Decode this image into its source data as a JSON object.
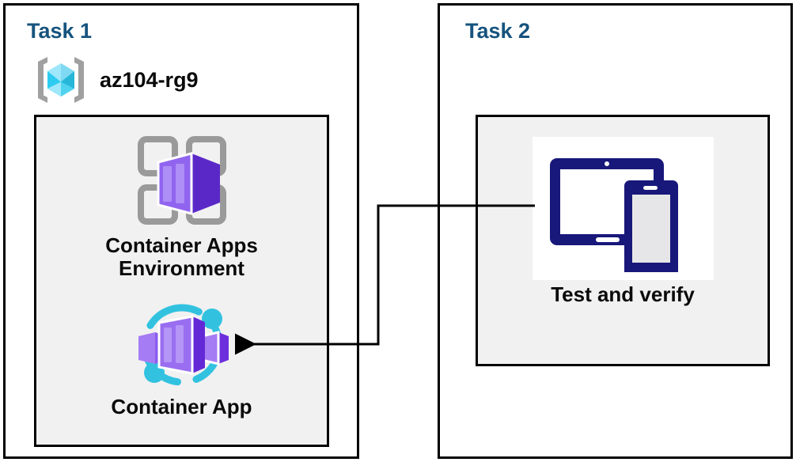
{
  "diagram": {
    "title_color": "#16537e",
    "panels": [
      {
        "id": "task1",
        "title": "Task 1",
        "resource_group": {
          "icon": "resource-group-icon",
          "label": "az104-rg9"
        },
        "nodes": [
          {
            "icon": "container-apps-environment-icon",
            "label": "Container Apps\nEnvironment"
          },
          {
            "icon": "container-app-icon",
            "label": "Container App"
          }
        ]
      },
      {
        "id": "task2",
        "title": "Task 2",
        "nodes": [
          {
            "icon": "devices-test-icon",
            "label": "Test and verify"
          }
        ]
      }
    ],
    "connector": {
      "name": "test-to-container-app-arrow",
      "from": "Test and verify",
      "to": "Container App",
      "arrow_direction": "left",
      "color": "#000000"
    }
  }
}
